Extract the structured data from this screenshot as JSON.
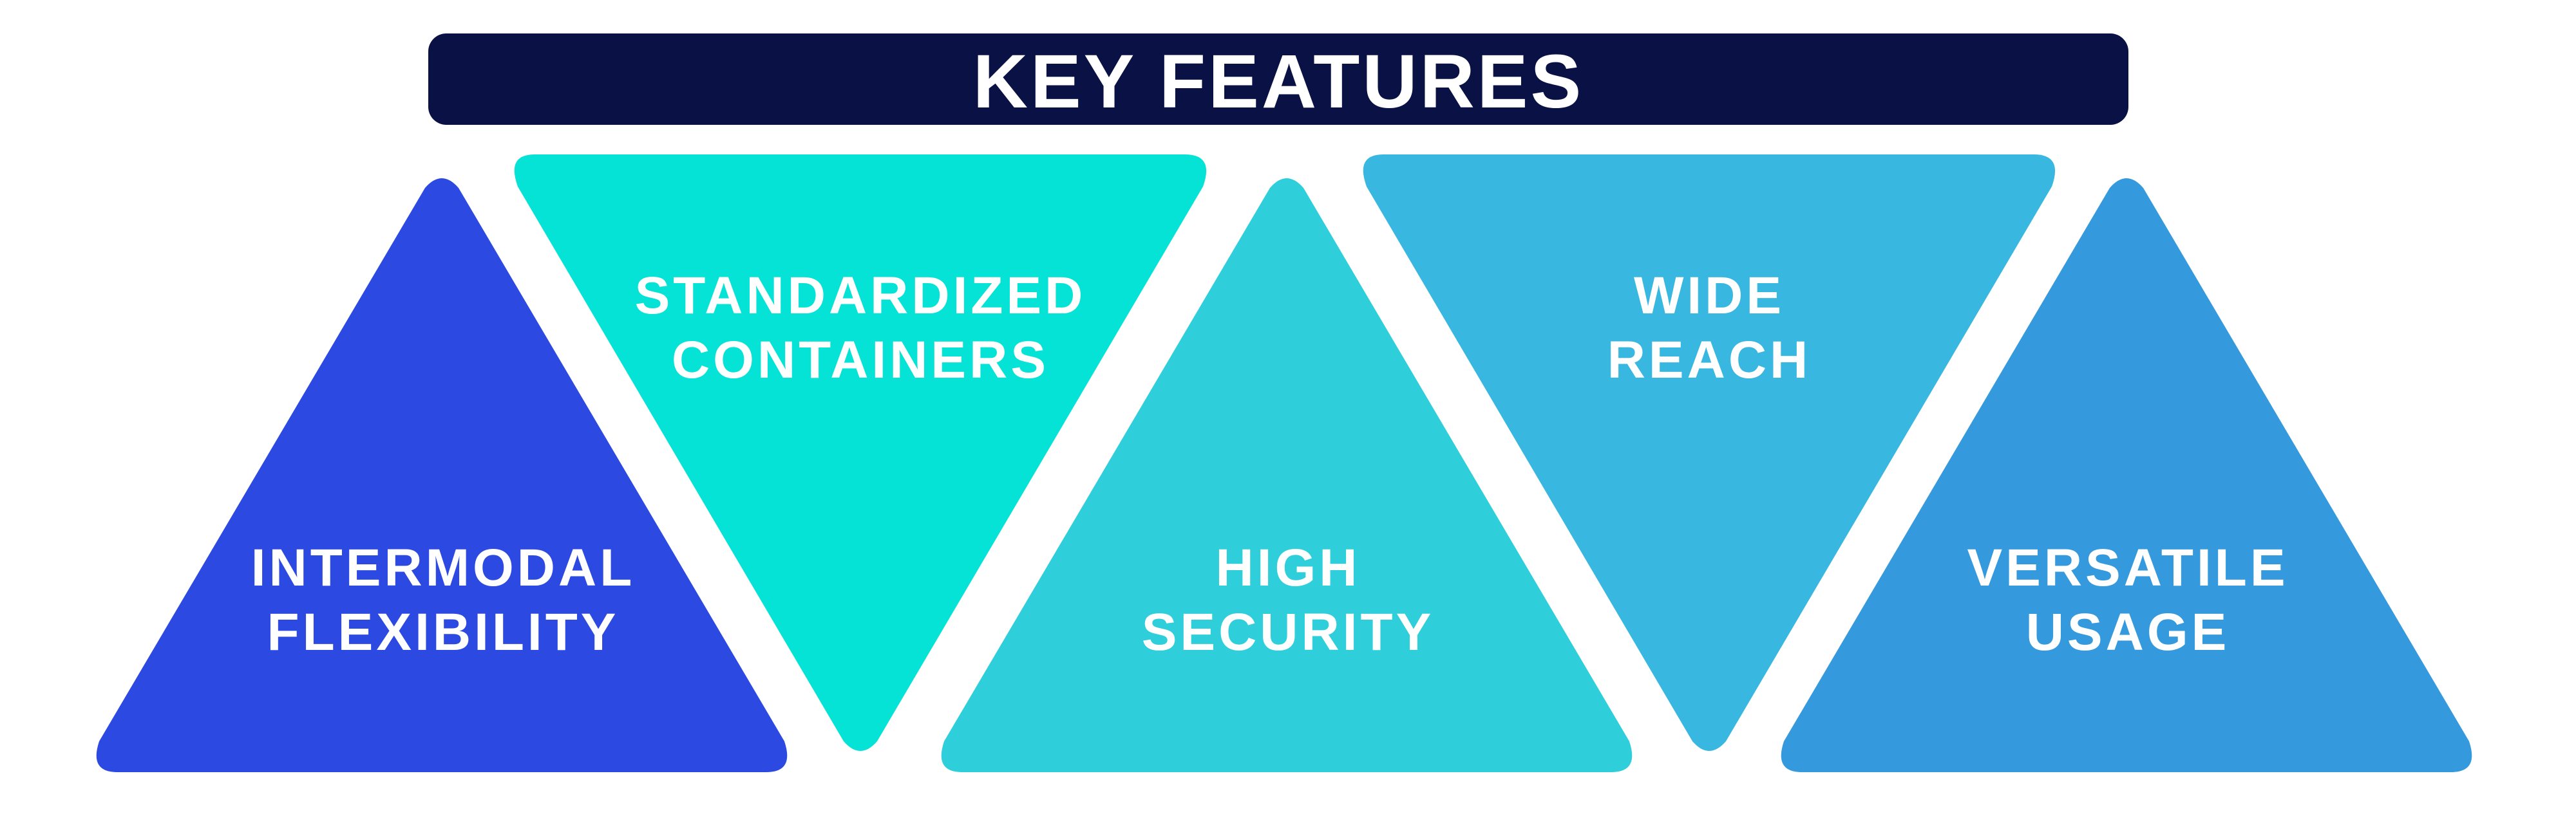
{
  "banner": {
    "title": "KEY FEATURES",
    "color": "#0A1245"
  },
  "features": [
    {
      "line1": "INTERMODAL",
      "line2": "FLEXIBILITY",
      "orientation": "up",
      "color": "#2C49E2"
    },
    {
      "line1": "STANDARDIZED",
      "line2": "CONTAINERS",
      "orientation": "down",
      "color": "#05E3D6"
    },
    {
      "line1": "HIGH",
      "line2": "SECURITY",
      "orientation": "up",
      "color": "#2ECFDA"
    },
    {
      "line1": "WIDE",
      "line2": "REACH",
      "orientation": "down",
      "color": "#38B7E0"
    },
    {
      "line1": "VERSATILE",
      "line2": "USAGE",
      "orientation": "up",
      "color": "#3599DD"
    }
  ]
}
